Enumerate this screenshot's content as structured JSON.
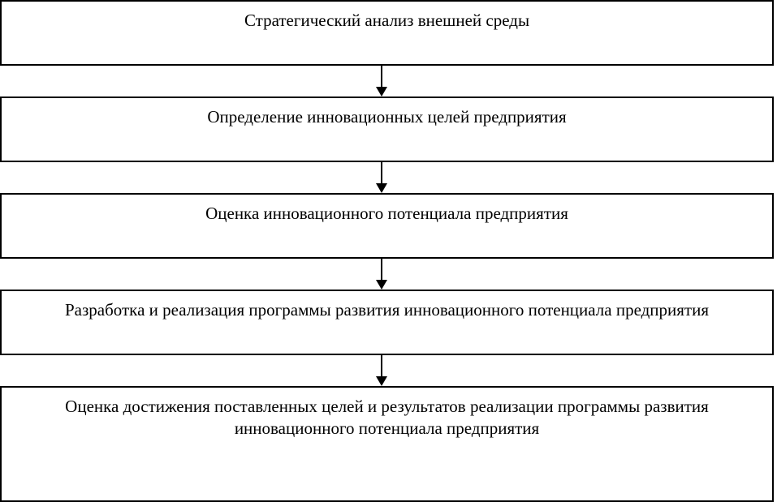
{
  "flowchart": {
    "steps": [
      {
        "text": "Стратегический анализ внешней среды"
      },
      {
        "text": "Определение инновационных целей предприятия"
      },
      {
        "text": "Оценка инновационного потенциала предприятия"
      },
      {
        "text": "Разработка и реализация программы развития инновационного потенциала предприятия"
      },
      {
        "text": "Оценка достижения поставленных целей и результатов реализации программы развития инновационного потенциала предприятия"
      }
    ],
    "colors": {
      "border": "#000000",
      "background": "#ffffff",
      "text": "#000000"
    }
  }
}
